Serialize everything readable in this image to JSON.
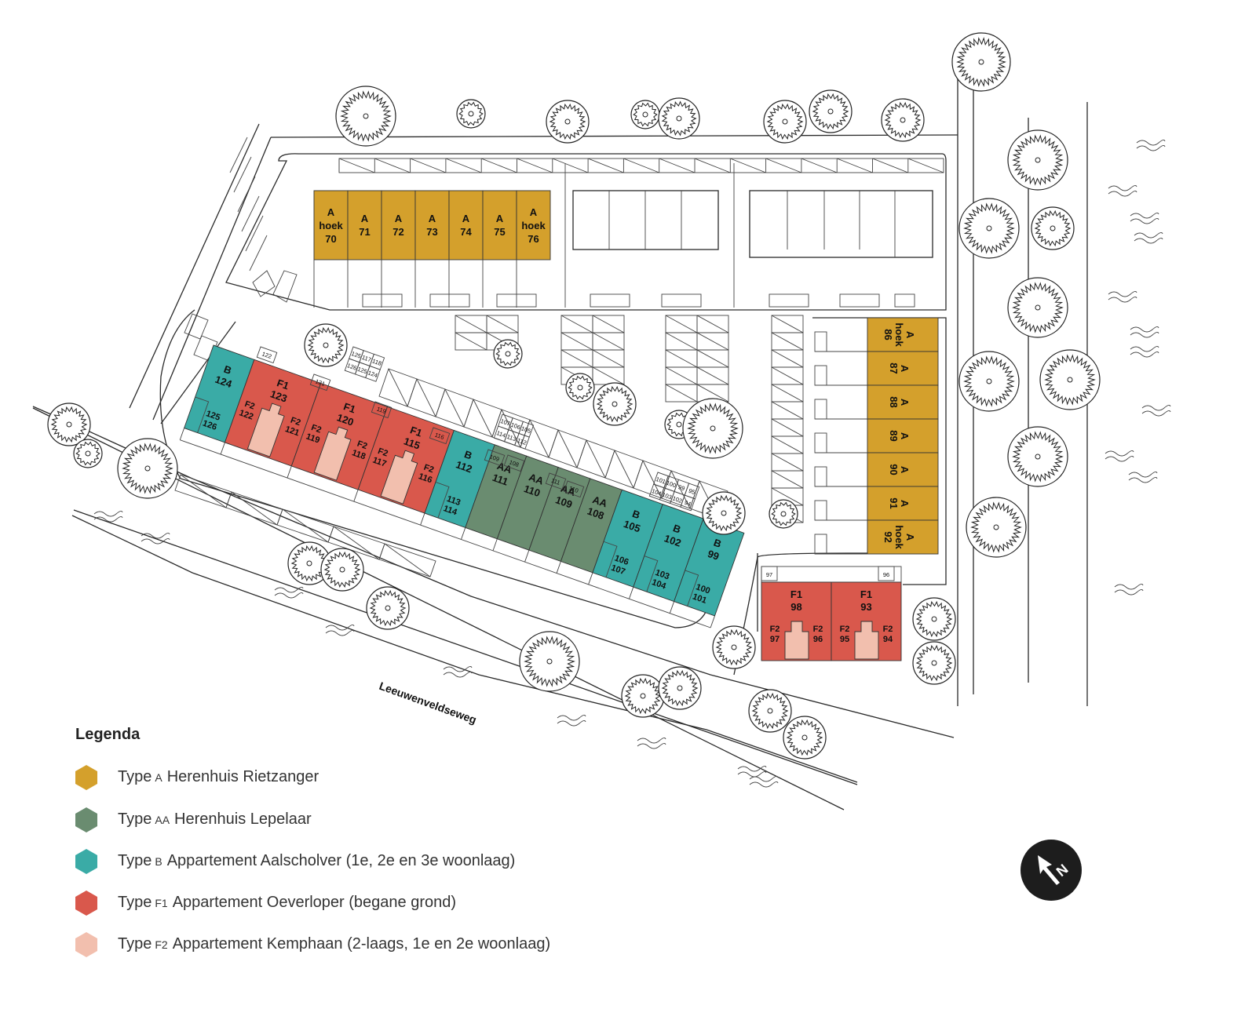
{
  "colors": {
    "type_a": "#d4a02c",
    "type_aa": "#6a8c70",
    "type_b": "#3aaba6",
    "type_f1": "#d9584c",
    "type_f2": "#f2bfae",
    "line": "#2a2a2a"
  },
  "road_name": "Leeuwenveldseweg",
  "legend": {
    "title": "Legenda",
    "items": [
      {
        "type": "Type",
        "code": "A",
        "desc": "Herenhuis Rietzanger",
        "color": "#d4a02c"
      },
      {
        "type": "Type",
        "code": "AA",
        "desc": "Herenhuis Lepelaar",
        "color": "#6a8c70"
      },
      {
        "type": "Type",
        "code": "B",
        "desc": "Appartement Aalscholver (1e, 2e en 3e woonlaag)",
        "color": "#3aaba6"
      },
      {
        "type": "Type",
        "code": "F1",
        "desc": "Appartement Oeverloper (begane grond)",
        "color": "#d9584c"
      },
      {
        "type": "Type",
        "code": "F2",
        "desc": "Appartement Kemphaan (2-laags, 1e en 2e woonlaag)",
        "color": "#f2bfae"
      }
    ]
  },
  "north_icon": "north-arrow-icon",
  "north_label": "N",
  "units": {
    "top_row": [
      {
        "l1": "A",
        "l2": "hoek",
        "l3": "70"
      },
      {
        "l1": "A",
        "l2": "71"
      },
      {
        "l1": "A",
        "l2": "72"
      },
      {
        "l1": "A",
        "l2": "73"
      },
      {
        "l1": "A",
        "l2": "74"
      },
      {
        "l1": "A",
        "l2": "75"
      },
      {
        "l1": "A",
        "l2": "hoek",
        "l3": "76"
      }
    ],
    "right_column": [
      {
        "l1": "A",
        "l2": "hoek",
        "l3": "86"
      },
      {
        "l1": "A",
        "l2": "87"
      },
      {
        "l1": "A",
        "l2": "88"
      },
      {
        "l1": "A",
        "l2": "89"
      },
      {
        "l1": "A",
        "l2": "90"
      },
      {
        "l1": "A",
        "l2": "91"
      },
      {
        "l1": "A",
        "l2": "hoek",
        "l3": "92"
      }
    ],
    "diagonal_row": [
      {
        "kind": "B",
        "l1": "B",
        "l2": "124",
        "sub": [
          "125",
          "126"
        ]
      },
      {
        "kind": "F1",
        "l1": "F1",
        "l2": "123",
        "f2": [
          "F2 122",
          "F2 121"
        ]
      },
      {
        "kind": "F1",
        "l1": "F1",
        "l2": "120",
        "f2": [
          "F2 119",
          "F2 118"
        ]
      },
      {
        "kind": "F1",
        "l1": "F1",
        "l2": "115",
        "f2": [
          "F2 117",
          "F2 116"
        ]
      },
      {
        "kind": "B",
        "l1": "B",
        "l2": "112",
        "sub": [
          "113",
          "114"
        ]
      },
      {
        "kind": "AA",
        "l1": "AA",
        "l2": "111"
      },
      {
        "kind": "AA",
        "l1": "AA",
        "l2": "110"
      },
      {
        "kind": "AA",
        "l1": "AA",
        "l2": "109"
      },
      {
        "kind": "AA",
        "l1": "AA",
        "l2": "108"
      },
      {
        "kind": "B",
        "l1": "B",
        "l2": "105",
        "sub": [
          "106",
          "107"
        ]
      },
      {
        "kind": "B",
        "l1": "B",
        "l2": "102",
        "sub": [
          "103",
          "104"
        ]
      },
      {
        "kind": "B",
        "l1": "B",
        "l2": "99",
        "sub": [
          "100",
          "101"
        ]
      }
    ],
    "bottom_right": [
      {
        "l1": "F1",
        "l2": "98",
        "f2a": "F2",
        "f2a_n": "97",
        "f2b": "F2",
        "f2b_n": "96",
        "storage": "97"
      },
      {
        "l1": "F1",
        "l2": "93",
        "f2a": "F2",
        "f2a_n": "95",
        "f2b": "F2",
        "f2b_n": "94",
        "storage": "96"
      }
    ]
  },
  "storage_labels": [
    "122",
    "121",
    "119",
    "116",
    "109",
    "108",
    "111",
    "110"
  ],
  "storage_blocks": [
    {
      "top": [
        "125",
        "117",
        "118"
      ],
      "bottom": [
        "126",
        "125",
        "124"
      ]
    },
    {
      "top": [
        "107",
        "106",
        "105"
      ],
      "bottom": [
        "114",
        "113",
        "112"
      ]
    },
    {
      "top": [
        "101",
        "100",
        "99",
        "95"
      ],
      "bottom": [
        "104",
        "103",
        "102",
        "94"
      ]
    }
  ]
}
